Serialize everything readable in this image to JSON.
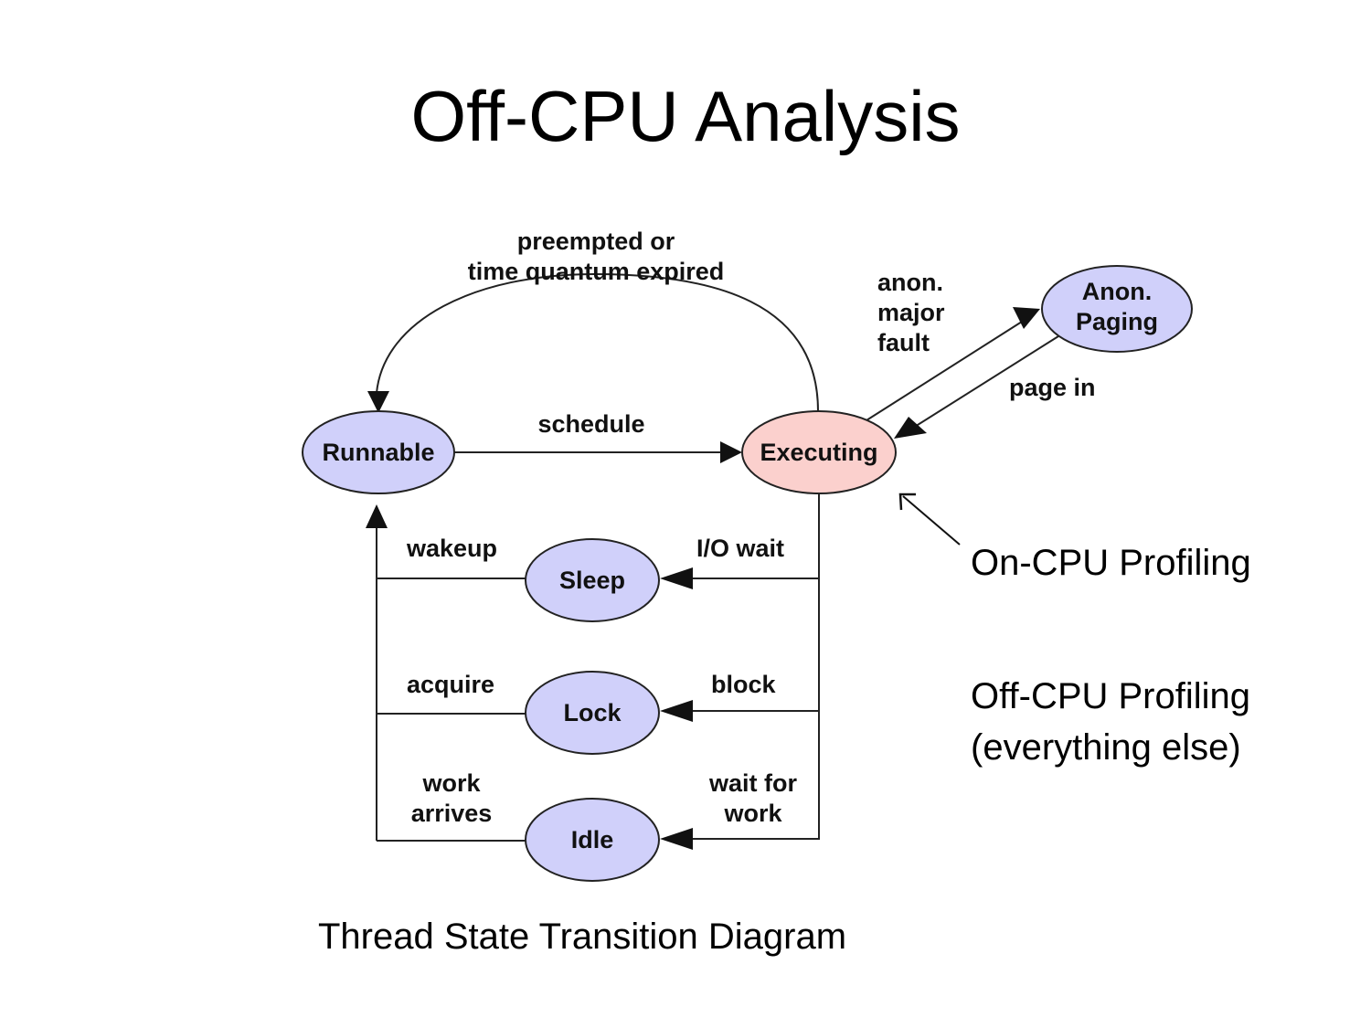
{
  "title": "Off-CPU Analysis",
  "diagram": {
    "nodes": {
      "runnable": "Runnable",
      "executing": "Executing",
      "anon_paging_line1": "Anon.",
      "anon_paging_line2": "Paging",
      "sleep": "Sleep",
      "lock": "Lock",
      "idle": "Idle"
    },
    "edges": {
      "preempted_line1": "preempted or",
      "preempted_line2": "time quantum expired",
      "schedule": "schedule",
      "anon_fault_line1": "anon.",
      "anon_fault_line2": "major",
      "anon_fault_line3": "fault",
      "page_in": "page in",
      "wakeup": "wakeup",
      "io_wait": "I/O wait",
      "acquire": "acquire",
      "block": "block",
      "work_arrives_line1": "work",
      "work_arrives_line2": "arrives",
      "wait_for_work_line1": "wait for",
      "wait_for_work_line2": "work"
    },
    "colors": {
      "blue_node": "#d0d0fa",
      "red_node": "#fbd0cd",
      "stroke": "#222222"
    }
  },
  "annotations": {
    "on_cpu": "On-CPU Profiling",
    "off_cpu_line1": "Off-CPU Profiling",
    "off_cpu_line2": "(everything else)"
  },
  "caption": "Thread State Transition Diagram"
}
